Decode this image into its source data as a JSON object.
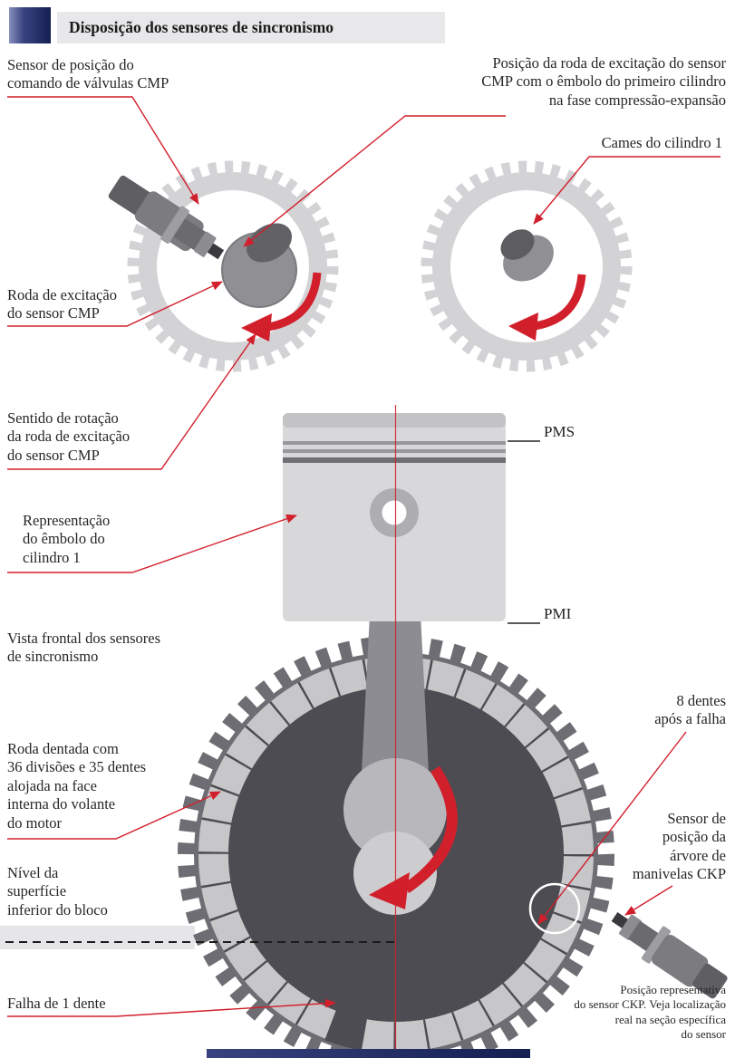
{
  "header": {
    "title": "Disposição dos sensores de sincronismo"
  },
  "labels": {
    "cmp_sensor": "Sensor de posição do\ncomando de válvulas CMP",
    "cmp_wheel_position": "Posição da roda de excitação do sensor\nCMP com o êmbolo do primeiro cilindro\nna fase compressão-expansão",
    "cames_cilindro": "Cames do cilindro 1",
    "roda_excitacao": "Roda de excitação\ndo sensor CMP",
    "sentido_rotacao": "Sentido de rotação\nda roda de excitação\ndo sensor CMP",
    "representacao_embolo": "Representação\ndo êmbolo do\ncilindro 1",
    "pms": "PMS",
    "pmi": "PMI",
    "vista_frontal": "Vista frontal dos sensores\nde sincronismo",
    "roda_dentada": "Roda dentada com\n36 divisões e 35 dentes\nalojada na face\ninterna do volante\ndo motor",
    "nivel_superficie": "Nível da\nsuperfície\ninferior do bloco",
    "falha_dente": "Falha de 1 dente",
    "oito_dentes": "8 dentes\napós a falha",
    "sensor_ckp": "Sensor de\nposição da\nárvore de\nmanivelas CKP",
    "nota_ckp": "Posição representativa\ndo sensor CKP. Veja localização\nreal na seção específica\ndo sensor"
  },
  "colors": {
    "accent_red": "#d21f2c",
    "navy_dark": "#141f52",
    "titlebar_bg": "#e8e8ea",
    "gear_light_gray": "#d3d3d6",
    "flywheel_dark": "#4c4c52",
    "flywheel_mid": "#6d6d73",
    "segment_light": "#c7c7c9",
    "piston_gray": "#d8d8da"
  }
}
